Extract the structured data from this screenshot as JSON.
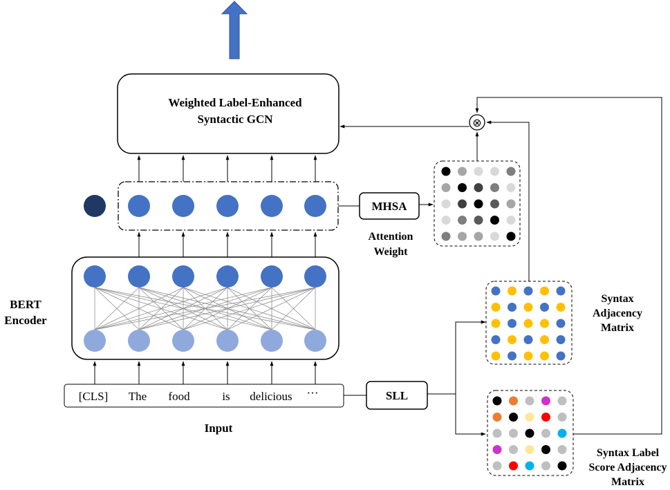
{
  "gcn_box": {
    "line1": "Weighted Label-Enhanced",
    "line2": "Syntactic GCN"
  },
  "bert": {
    "line1": "BERT",
    "line2": "Encoder"
  },
  "mhsa_label": "MHSA",
  "sll_label": "SLL",
  "attention": {
    "line1": "Attention",
    "line2": "Weight"
  },
  "syntax_adj": {
    "line1": "Syntax",
    "line2": "Adjacency",
    "line3": "Matrix"
  },
  "syntax_label": {
    "line1": "Syntax Label",
    "line2": "Score Adjacency",
    "line3": "Matrix"
  },
  "input_label": "Input",
  "tokens": [
    "[CLS]",
    "The",
    "food",
    "is",
    "delicious",
    "···"
  ],
  "otimes_symbol": "⊗",
  "colors": {
    "node_dark": "#1f3864",
    "node_blue": "#4472c4",
    "node_light": "#8fa9dc",
    "arrow_blue": "#4472c4",
    "matrix_gold": "#ffc000"
  },
  "attention_matrix": [
    [
      "#000000",
      "#a6a6a6",
      "#d9d9d9",
      "#d9d9d9",
      "#7f7f7f"
    ],
    [
      "#a6a6a6",
      "#000000",
      "#404040",
      "#7f7f7f",
      "#d9d9d9"
    ],
    [
      "#d9d9d9",
      "#404040",
      "#000000",
      "#595959",
      "#a6a6a6"
    ],
    [
      "#d9d9d9",
      "#7f7f7f",
      "#595959",
      "#000000",
      "#d9d9d9"
    ],
    [
      "#7f7f7f",
      "#a6a6a6",
      "#a6a6a6",
      "#d9d9d9",
      "#000000"
    ]
  ],
  "syntax_matrix": [
    [
      "#4472c4",
      "#ffc000",
      "#4472c4",
      "#ffc000",
      "#4472c4"
    ],
    [
      "#ffc000",
      "#4472c4",
      "#ffc000",
      "#4472c4",
      "#ffc000"
    ],
    [
      "#ffc000",
      "#4472c4",
      "#ffc000",
      "#ffc000",
      "#4472c4"
    ],
    [
      "#4472c4",
      "#ffc000",
      "#4472c4",
      "#ffc000",
      "#4472c4"
    ],
    [
      "#ffc000",
      "#4472c4",
      "#ffc000",
      "#ffc000",
      "#4472c4"
    ]
  ],
  "label_matrix": [
    [
      "#000000",
      "#ed7d31",
      "#bfbfbf",
      "#cc33cc",
      "#bfbfbf"
    ],
    [
      "#ed7d31",
      "#000000",
      "#ffe699",
      "#ff0000",
      "#bfbfbf"
    ],
    [
      "#bfbfbf",
      "#bfbfbf",
      "#000000",
      "#bfbfbf",
      "#00b0f0"
    ],
    [
      "#cc33cc",
      "#bfbfbf",
      "#ffe699",
      "#000000",
      "#bfbfbf"
    ],
    [
      "#bfbfbf",
      "#ff0000",
      "#00b0f0",
      "#bfbfbf",
      "#000000"
    ]
  ]
}
